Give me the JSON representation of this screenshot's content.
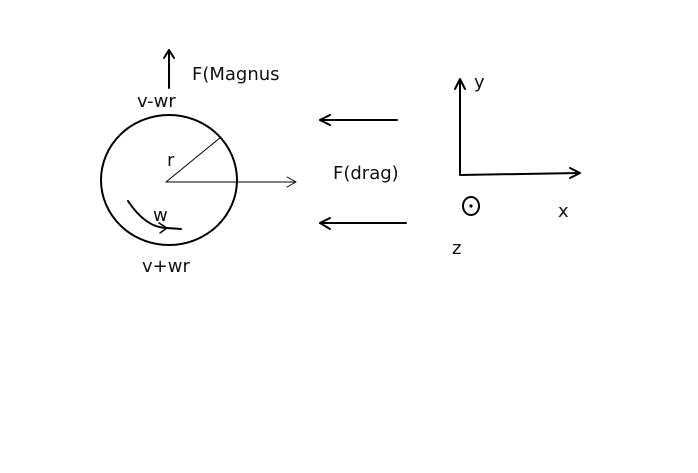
{
  "labels": {
    "magnus_force": "F(Magnus",
    "top_speed": "v-wr",
    "radius": "r",
    "spin": "w",
    "bottom_speed": "v+wr",
    "drag_force": "F(drag)",
    "axis_y": "y",
    "axis_x": "x",
    "axis_z": "z"
  },
  "colors": {
    "ink": "#000000",
    "background": "#ffffff"
  }
}
